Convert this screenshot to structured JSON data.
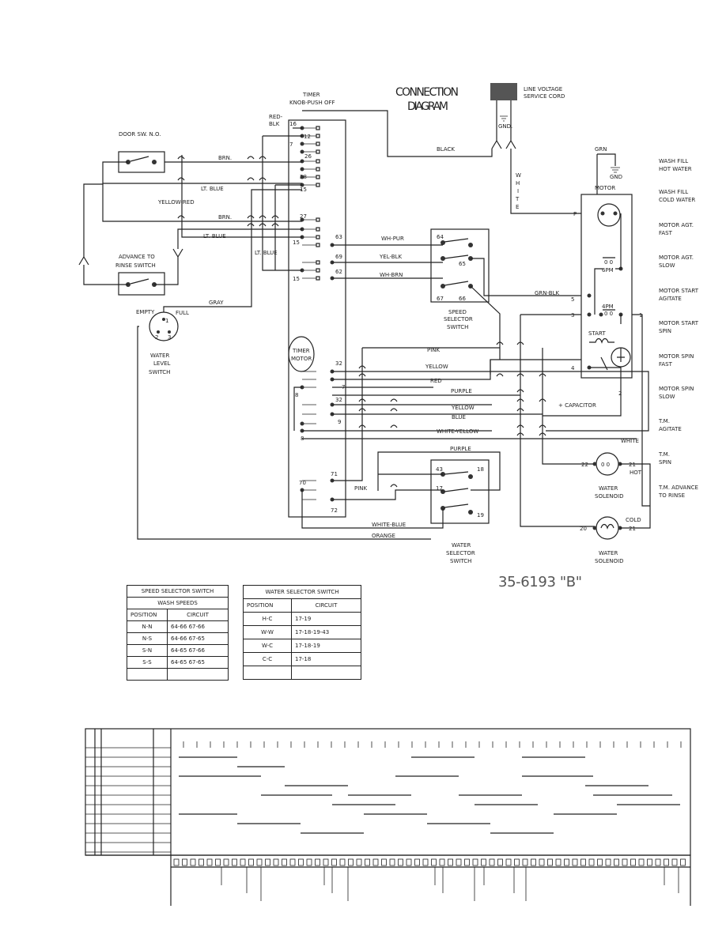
{
  "diagram": {
    "title_line1": "CONNECTION",
    "title_line2": "DIAGRAM",
    "part_number": "35-6193 \"B\"",
    "timer": {
      "line1": "TIMER",
      "line2": "KNOB-PUSH OFF"
    },
    "timer_motor": {
      "line1": "TIMER",
      "line2": "MOTOR"
    },
    "line_cord": {
      "line1": "LINE VOLTAGE",
      "line2": "SERVICE CORD"
    },
    "gnd": "GND.",
    "gnd2": "GND",
    "grn": "GRN",
    "motor": "MOTOR",
    "door_switch": "DOOR SW. N.O.",
    "advance_switch": {
      "line1": "ADVANCE TO",
      "line2": "RINSE SWITCH"
    },
    "water_level": {
      "line1": "WATER",
      "line2": "LEVEL",
      "line3": "SWITCH",
      "empty": "EMPTY",
      "full": "FULL"
    },
    "speed_switch": {
      "line1": "SPEED",
      "line2": "SELECTOR",
      "line3": "SWITCH"
    },
    "water_switch": {
      "line1": "WATER",
      "line2": "SELECTOR",
      "line3": "SWITCH"
    },
    "hot_solenoid": {
      "line1": "WATER",
      "line2": "SOLENOID",
      "tag": "HOT"
    },
    "cold_solenoid": {
      "line1": "WATER",
      "line2": "SOLENOID",
      "tag": "COLD"
    },
    "start": "START",
    "capacitor": "+ CAPACITOR",
    "wires": {
      "red_blk1": "RED-",
      "red_blk2": "BLK",
      "black": "BLACK",
      "brn": "BRN.",
      "brn2": "BRN.",
      "lt_blue": "LT. BLUE",
      "lt_blue2": "LT. BLUE",
      "lt_blue3": "LT. BLUE",
      "yellow_red": "YELLOW-RED",
      "gray": "GRAY",
      "wh_pur": "WH-PUR",
      "yel_blk": "YEL-BLK",
      "wh_brn": "WH-BRN",
      "grn_blk": "GRN-BLK",
      "pink": "PINK",
      "yellow": "YELLOW",
      "red": "RED",
      "purple": "PURPLE",
      "yellow2": "YELLOW",
      "blue": "BLUE",
      "white_yellow": "WHITE-YELLOW",
      "white": "WHITE",
      "purple2": "PURPLE",
      "pink2": "PINK",
      "white_blue": "WHITE-BLUE",
      "orange": "ORANGE",
      "white_v": [
        "W",
        "H",
        "I",
        "T",
        "E"
      ]
    },
    "legend": [
      {
        "line1": "WASH FILL",
        "line2": "HOT WATER"
      },
      {
        "line1": "WASH FILL",
        "line2": "COLD WATER"
      },
      {
        "line1": "MOTOR AGT.",
        "line2": "FAST"
      },
      {
        "line1": "MOTOR AGT.",
        "line2": "SLOW"
      },
      {
        "line1": "MOTOR START",
        "line2": "AGITATE"
      },
      {
        "line1": "MOTOR START",
        "line2": "SPIN"
      },
      {
        "line1": "MOTOR SPIN",
        "line2": "FAST"
      },
      {
        "line1": "MOTOR SPIN",
        "line2": "SLOW"
      },
      {
        "line1": "T.M.",
        "line2": "AGITATE"
      },
      {
        "line1": "T.M.",
        "line2": "SPIN"
      },
      {
        "line1": "T.M. ADVANCE",
        "line2": "TO RINSE"
      }
    ]
  },
  "speed_table": {
    "title": "SPEED SELECTOR SWITCH",
    "subtitle": "WASH SPEEDS",
    "headers": [
      "POSITION",
      "CIRCUIT"
    ],
    "rows": [
      [
        "N-N",
        "64-66 67-66"
      ],
      [
        "N-S",
        "64-66 67-65"
      ],
      [
        "S-N",
        "64-65 67-66"
      ],
      [
        "S-S",
        "64-65 67-65"
      ],
      [
        "",
        ""
      ]
    ]
  },
  "water_table": {
    "title": "WATER SELECTOR SWITCH",
    "headers": [
      "POSITION",
      "CIRCUIT"
    ],
    "rows": [
      [
        "H-C",
        "17-19"
      ],
      [
        "W-W",
        "17-18-19-43"
      ],
      [
        "W-C",
        "17-18-19"
      ],
      [
        "C-C",
        "17-18"
      ],
      [
        "",
        ""
      ]
    ]
  }
}
